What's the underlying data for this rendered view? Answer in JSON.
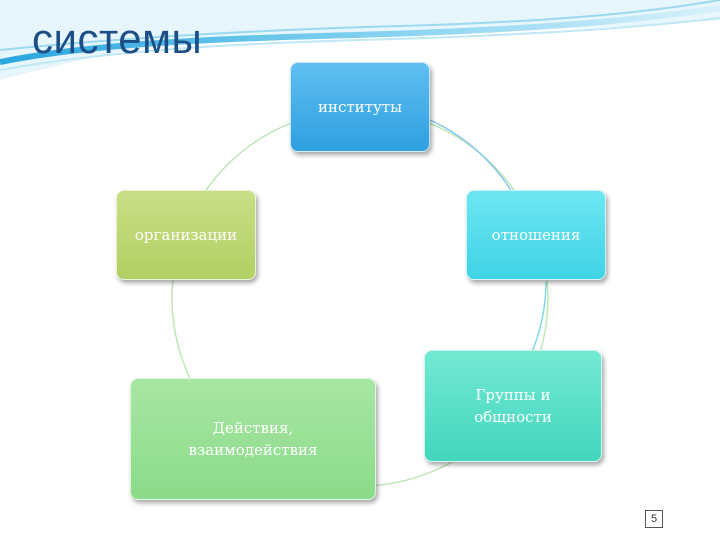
{
  "slide": {
    "title": "системы",
    "page_number": "5"
  },
  "diagram": {
    "nodes": [
      {
        "id": "institutes",
        "label": "институты",
        "color": "#3aa8e6"
      },
      {
        "id": "relations",
        "label": "отношения",
        "color": "#4fd9ea"
      },
      {
        "id": "groups",
        "label": "Группы и\nобщности",
        "color": "#4fdcc4"
      },
      {
        "id": "actions",
        "label": "Действия,\nвзаимодействия",
        "color": "#95df93"
      },
      {
        "id": "organizations",
        "label": "организации",
        "color": "#bcd672"
      }
    ],
    "connector": "cycle"
  },
  "colors": {
    "title": "#1d4f86",
    "header_wave": "#3fb4e4"
  }
}
